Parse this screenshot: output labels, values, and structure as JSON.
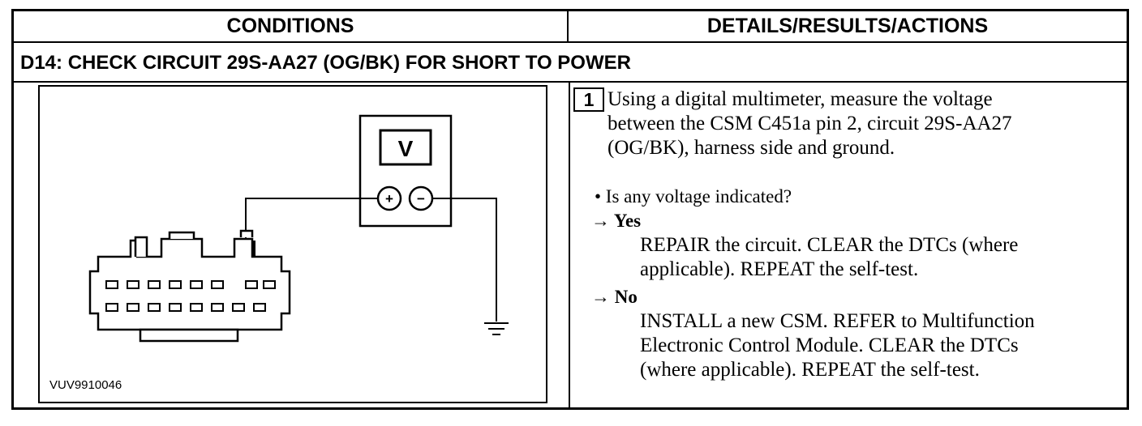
{
  "headers": {
    "conditions": "CONDITIONS",
    "details": "DETAILS/RESULTS/ACTIONS"
  },
  "step": {
    "title": "D14: CHECK CIRCUIT 29S-AA27 (OG/BK) FOR SHORT TO POWER"
  },
  "figure": {
    "meter_label": "V",
    "plus": "+",
    "minus": "−",
    "code": "VUV9910046",
    "icons": [
      "voltmeter-icon",
      "connector-icon",
      "ground-icon"
    ]
  },
  "details": {
    "step_number": "1",
    "instruction_lines": [
      "Using a digital multimeter, measure the voltage",
      "between the CSM C451a pin 2, circuit 29S-AA27",
      "(OG/BK), harness side and ground."
    ],
    "question": "• Is any voltage indicated?",
    "yes_label": "→ Yes",
    "yes_lines": [
      "REPAIR the circuit. CLEAR the DTCs (where",
      "applicable). REPEAT the self-test."
    ],
    "no_label": "→ No",
    "no_lines": [
      "INSTALL a new CSM. REFER to Multifunction",
      "Electronic Control Module. CLEAR the DTCs",
      "(where applicable). REPEAT the self-test."
    ]
  }
}
